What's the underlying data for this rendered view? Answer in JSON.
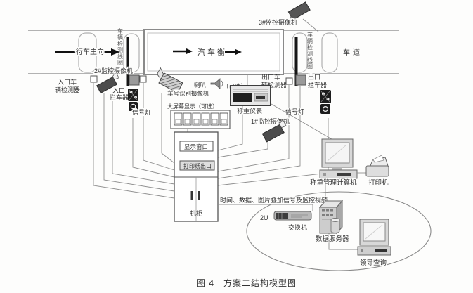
{
  "road": {
    "direction": "行车主向",
    "lane": "车道",
    "loop_left": "车辆检测线圈",
    "loop_right": "车辆检测线圈",
    "scale": "汽车衡"
  },
  "entrance": {
    "camera": "2#监控摄像机",
    "detector_line1": "入口车",
    "detector_line2": "辆检测器",
    "barrier_line1": "入口",
    "barrier_line2": "拦车器",
    "signal": "信号灯"
  },
  "exit": {
    "camera": "3#监控摄像机",
    "detector_line1": "出口车",
    "detector_line2": "辆检测器",
    "barrier_line1": "出口",
    "barrier_line2": "拦车器",
    "signal": "信号灯"
  },
  "recognition": {
    "horn": "喇叭",
    "horn_optional": "（可选）",
    "camera": "车号识别摄像机"
  },
  "kiosk": {
    "big_screen": "大屏幕显示（可选）",
    "display_window": "显示窗口",
    "paper_outlet": "打印纸出口",
    "cabinet": "机柜"
  },
  "weighing": {
    "instrument": "称重仪表",
    "camera1": "1#监控摄像机",
    "computer": "称重管理计算机",
    "printer": "打印机"
  },
  "network": {
    "signal_text": "时间、数据、图片叠加信号及监控视频",
    "rack_unit": "2U",
    "switch": "交换机",
    "server": "数据服务器",
    "query": "领导查询"
  },
  "caption": "图 4　方案二结构模型图"
}
